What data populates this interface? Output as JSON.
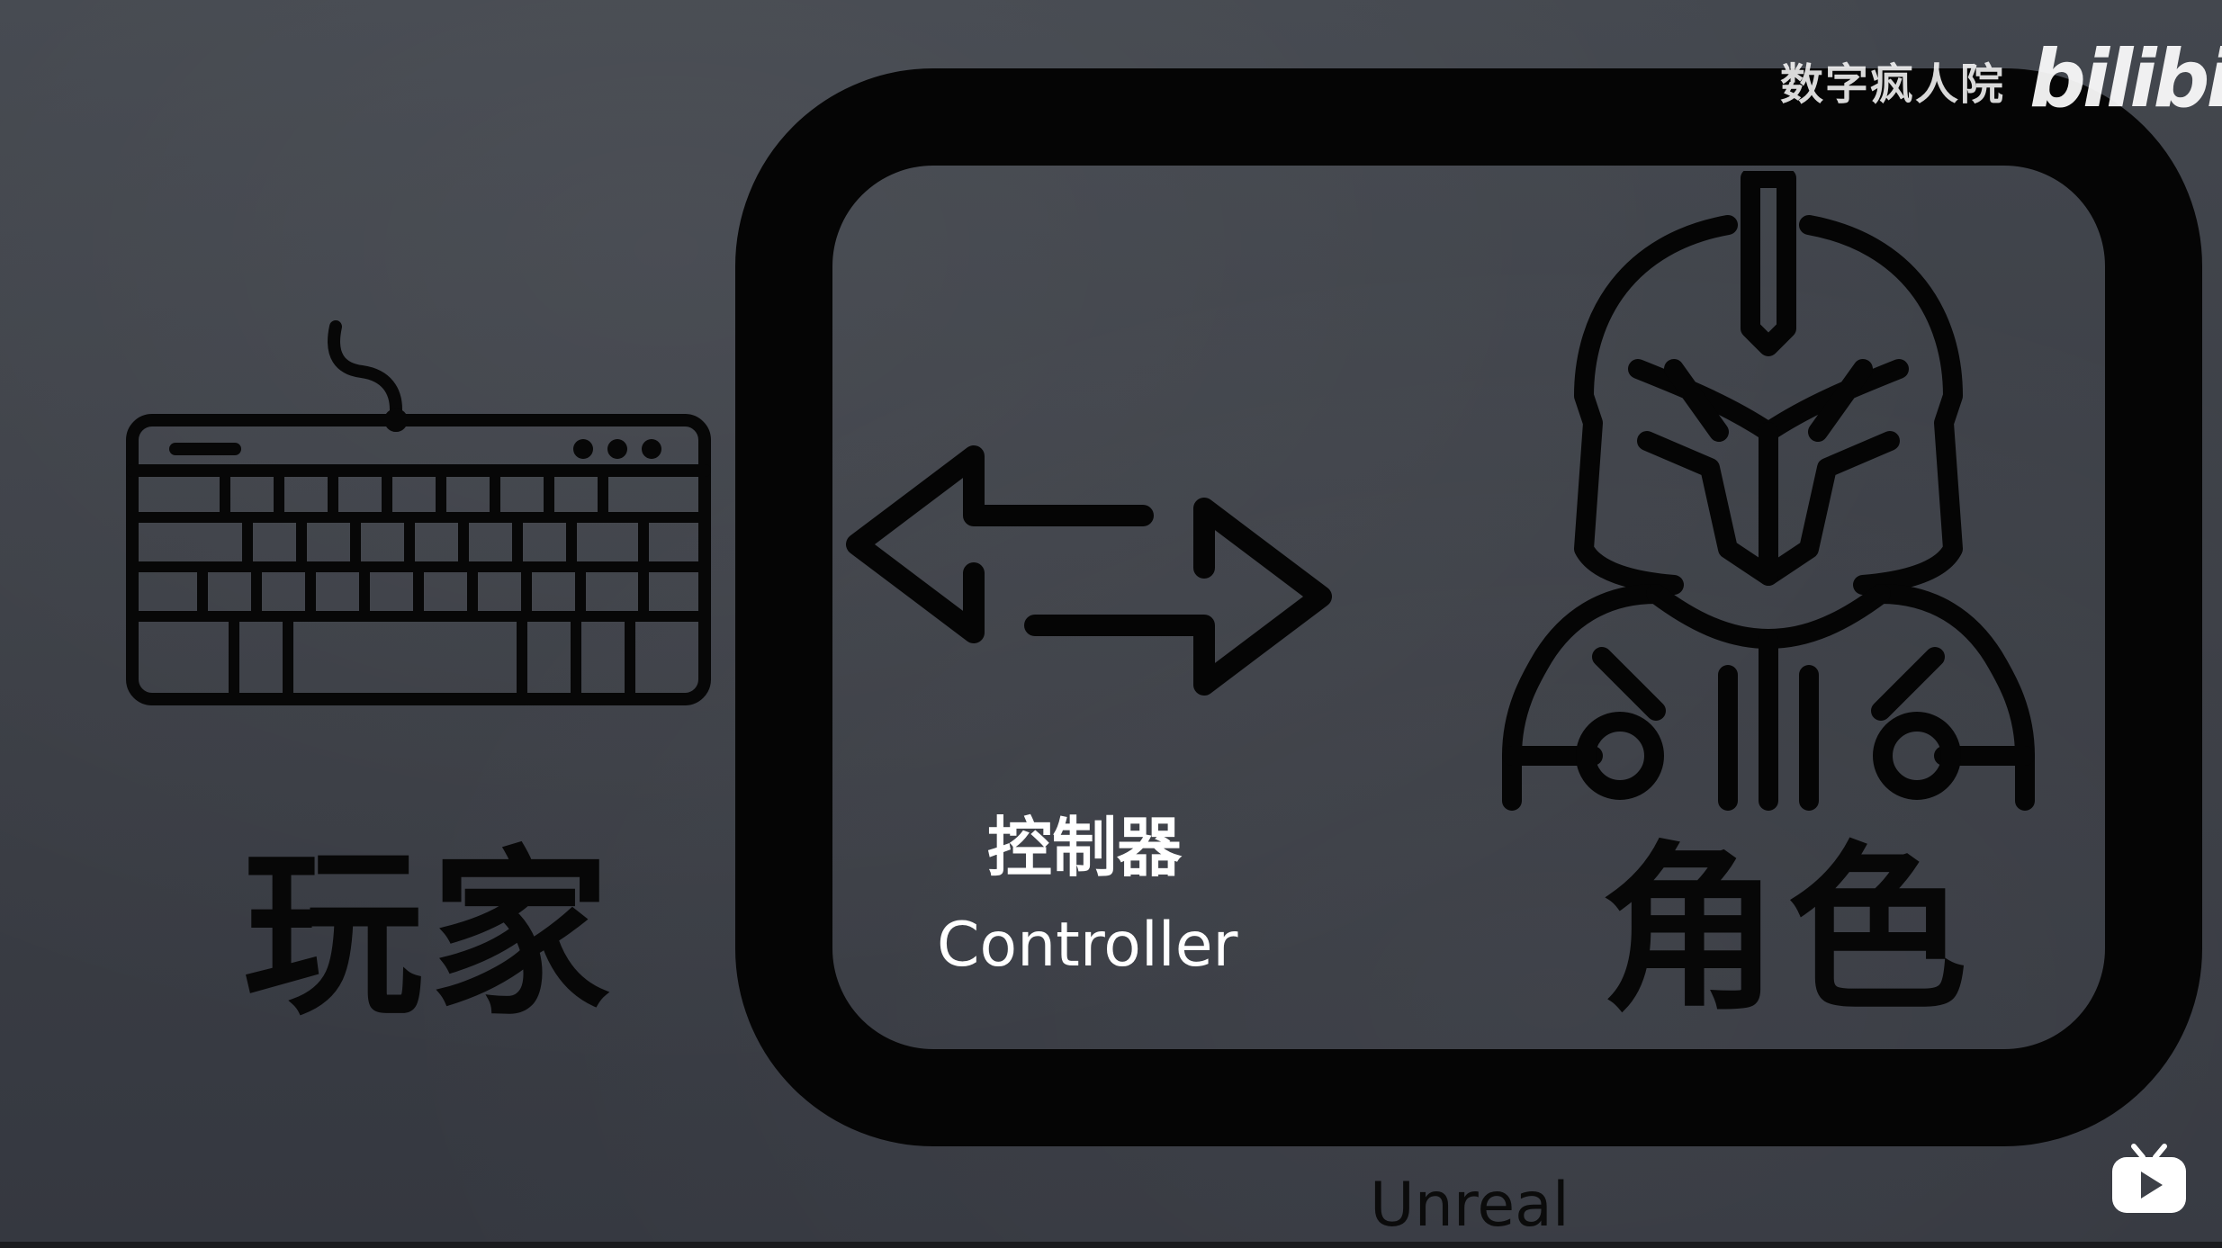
{
  "overlay": {
    "channel_name": "数字疯人院",
    "platform_logo": "bilibili",
    "player_button_icon": "tv-play-icon"
  },
  "slide": {
    "player_label": "玩家",
    "controller_label_cn": "控制器",
    "controller_label_en": "Controller",
    "character_label": "角色",
    "engine_label": "Unreal",
    "icons": {
      "player": "keyboard-icon",
      "controller": "bidirectional-arrows-icon",
      "character": "knight-helmet-icon"
    },
    "colors": {
      "background": "#3d4047",
      "ink": "#050505",
      "text_light": "#ffffff"
    }
  }
}
